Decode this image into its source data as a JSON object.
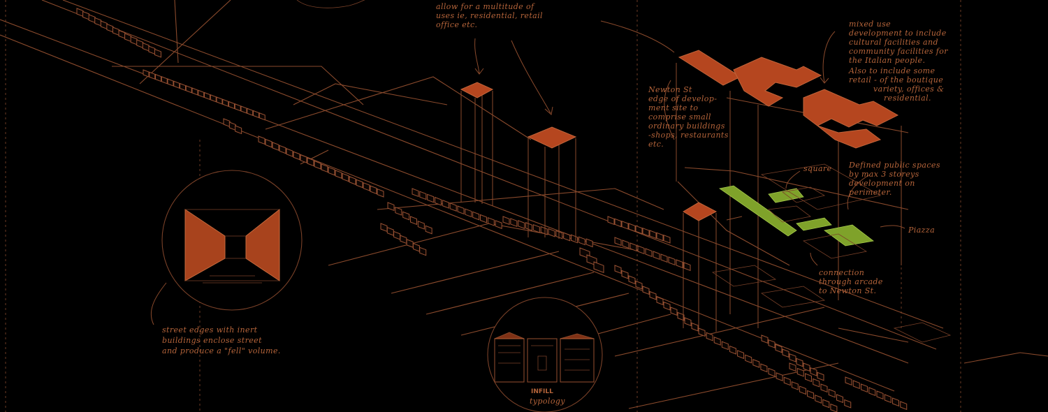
{
  "annotations": {
    "top_uses": [
      "allow for a multitude of",
      "uses ie, residential, retail",
      "office etc."
    ],
    "mixed_use": [
      "mixed use",
      "development to include",
      "cultural facilities and",
      "community facilities for",
      "the Italian people.",
      "Also to include some",
      "retail - of the boutique",
      "variety, offices &",
      "residential."
    ],
    "newton_st": [
      "Newton St",
      "edge of develop-",
      "ment site to",
      "comprise small",
      "ordinary buildings",
      "-shops, restaurants",
      "etc."
    ],
    "square": "square",
    "public_spaces": [
      "Defined public spaces",
      "by max 3 storeys",
      "development on",
      "perimeter."
    ],
    "piazza": "Piazza",
    "connection": [
      "connection",
      "through arcade",
      "to Newton St."
    ],
    "street_edges": [
      "street edges with inert",
      "buildings enclose street",
      "and produce a \"fell\" volume."
    ],
    "infill_title": "INFILL",
    "infill_sub": "typology"
  },
  "colors": {
    "background": "#000000",
    "linework": "#8a4a2c",
    "highlight": "#b5461f",
    "green_space": "#7fa22a"
  }
}
